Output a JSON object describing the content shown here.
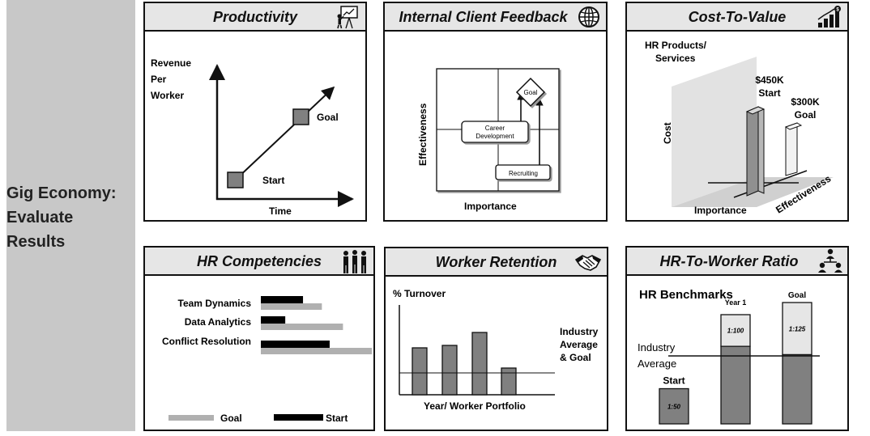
{
  "sidebar": {
    "title_lines": [
      "Gig Economy:",
      "Evaluate",
      "Results"
    ]
  },
  "colors": {
    "sidebar_bg": "#c8c8c8",
    "header_bg": "#e6e6e6",
    "bar_dark": "#808080",
    "bar_light": "#e6e6e6",
    "goal_gray": "#b0b0b0",
    "start_black": "#000000"
  },
  "productivity": {
    "title": "Productivity",
    "icon": "presentation-icon",
    "ylabel_lines": [
      "Revenue",
      "Per",
      "Worker"
    ],
    "xlabel": "Time",
    "start_label": "Start",
    "goal_label": "Goal"
  },
  "feedback": {
    "title": "Internal Client Feedback",
    "icon": "globe-icon",
    "xlabel": "Importance",
    "ylabel": "Effectiveness",
    "box_career_lines": [
      "Career",
      "Development"
    ],
    "box_recruiting": "Recruiting",
    "goal_label": "Goal"
  },
  "cost": {
    "title": "Cost-To-Value",
    "icon": "growth-chart-icon",
    "wall_label_lines": [
      "HR Products/",
      "Services"
    ],
    "ylabel": "Cost",
    "xlabel": "Importance",
    "zlabel": "Effectiveness",
    "start_lines": [
      "$450K",
      "Start"
    ],
    "goal_lines": [
      "$300K",
      "Goal"
    ]
  },
  "competencies": {
    "title": "HR Competencies",
    "icon": "people-group-icon",
    "legend_goal": "Goal",
    "legend_start": "Start"
  },
  "retention": {
    "title": "Worker Retention",
    "icon": "handshake-icon",
    "ylabel": "% Turnover",
    "xlabel": "Year/ Worker Portfolio",
    "ref_label_lines": [
      "Industry",
      "Average",
      "& Goal"
    ]
  },
  "ratio": {
    "title": "HR-To-Worker Ratio",
    "icon": "org-network-icon",
    "heading": "HR Benchmarks",
    "industry_lines": [
      "Industry",
      "Average"
    ]
  },
  "chart_data": [
    {
      "type": "bar",
      "title": "HR Competencies",
      "categories": [
        "Team Dynamics",
        "Data Analytics",
        "Conflict Resolution"
      ],
      "series": [
        {
          "name": "Start",
          "values": [
            0.38,
            0.22,
            0.62
          ]
        },
        {
          "name": "Goal",
          "values": [
            0.55,
            0.74,
            1.0
          ]
        }
      ]
    },
    {
      "type": "bar",
      "title": "Worker Retention",
      "values": [
        0.58,
        0.61,
        0.77,
        0.33
      ],
      "reference_value": 0.27,
      "ylim": [
        0,
        1
      ]
    },
    {
      "type": "bar",
      "title": "HR-To-Worker Ratio",
      "categories": [
        "Start",
        "Year 1",
        "Goal"
      ],
      "ratio_labels": [
        "1:50",
        "1:100",
        "1:125"
      ],
      "industry_average_value": 0.56,
      "totals": [
        0.29,
        0.9,
        1.0
      ],
      "light_top_fraction": [
        0,
        0.29,
        0.43
      ]
    }
  ]
}
